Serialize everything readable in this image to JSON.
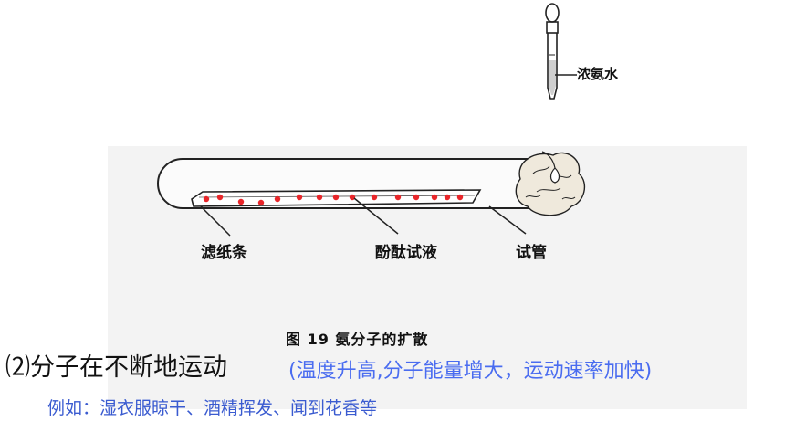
{
  "diagram": {
    "labels": {
      "ammonia": "浓氨水",
      "filter_paper": "滤纸条",
      "phenolphthalein": "酚酞试液",
      "test_tube": "试管"
    },
    "caption": "图 19  氨分子的扩散",
    "dot_color": "#e8262a"
  },
  "text": {
    "heading": "⑵分子在不断地运动",
    "note": "(温度升高,分子能量增大，运动速率加快)",
    "examples": "例如：湿衣服晾干、酒精挥发、闻到花香等"
  },
  "colors": {
    "note": "#4a6cf0",
    "examples": "#3a5bd0"
  }
}
